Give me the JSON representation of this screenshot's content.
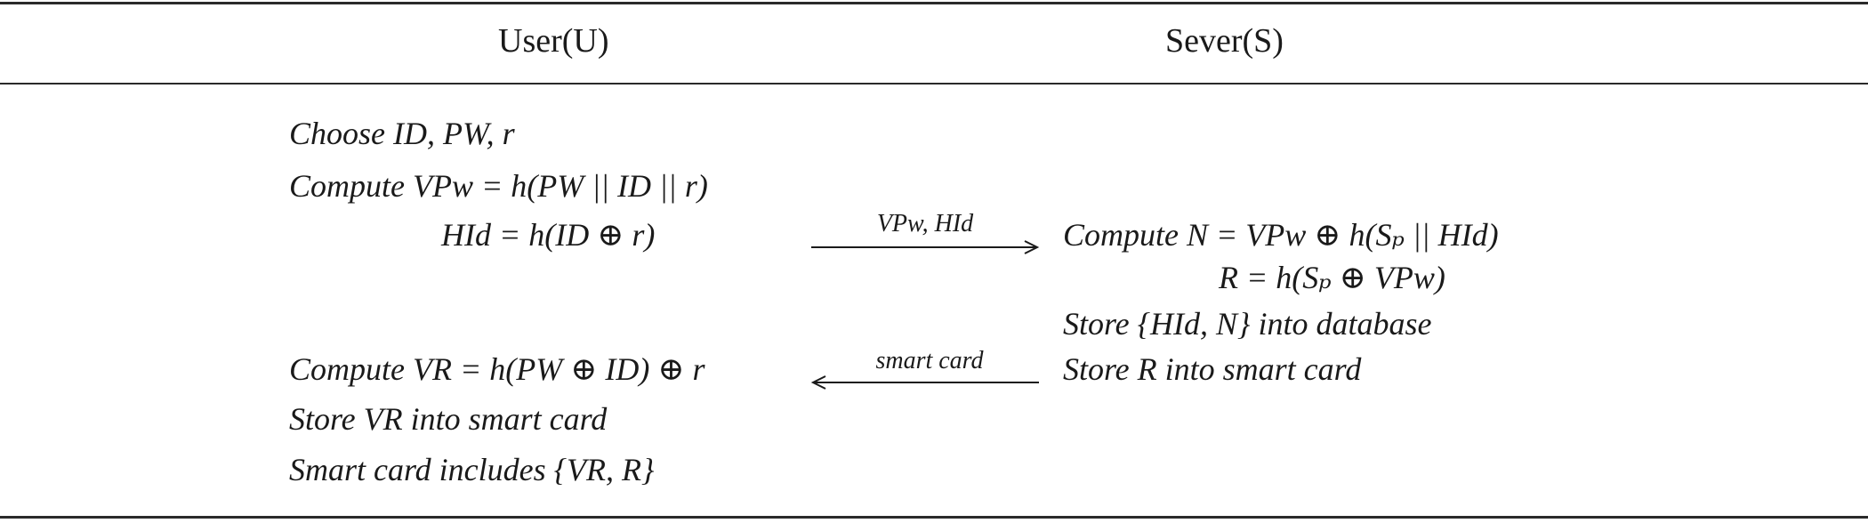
{
  "header": {
    "user": "User(U)",
    "server": "Sever(S)"
  },
  "user_steps": {
    "choose": "Choose ID, PW, r",
    "compute_vpw": "Compute VPw = h(PW || ID || r)",
    "hid": "HId = h(ID ⊕ r)",
    "compute_vr": "Compute VR = h(PW ⊕ ID) ⊕ r",
    "store_vr": "Store VR into smart card",
    "card_includes": "Smart card includes {VR, R}"
  },
  "server_steps": {
    "compute_n": "Compute N = VPw ⊕ h(Sₚ || HId)",
    "r_value": "R = h(Sₚ ⊕ VPw)",
    "store_db": "Store {HId, N} into database",
    "store_card": "Store R into smart card"
  },
  "messages": {
    "to_server": "VPw, HId",
    "to_user": "smart card"
  }
}
